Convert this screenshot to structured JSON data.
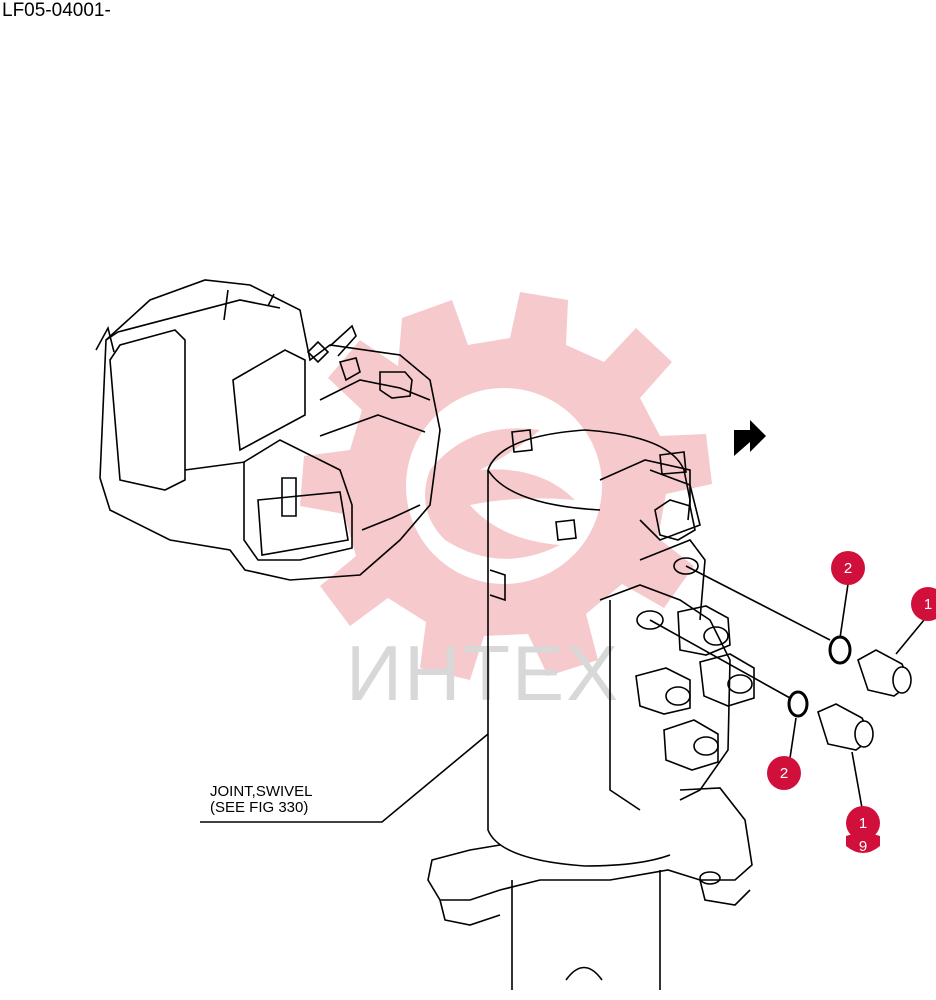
{
  "page_code": "LF05-04001-",
  "watermark": {
    "text": "ИНТЕХ",
    "color": "#f6c9cd"
  },
  "label_joint": {
    "line1": "JOINT,SWIVEL",
    "line2": "(SEE FIG 330)"
  },
  "callouts": [
    {
      "id": "c2a",
      "num": "2"
    },
    {
      "id": "c1a",
      "num": "1"
    },
    {
      "id": "c2b",
      "num": "2"
    },
    {
      "id": "c1b",
      "num": "1"
    },
    {
      "id": "c1b-sub",
      "num": "9"
    }
  ],
  "colors": {
    "callout": "#d0103a",
    "line": "#000000"
  }
}
